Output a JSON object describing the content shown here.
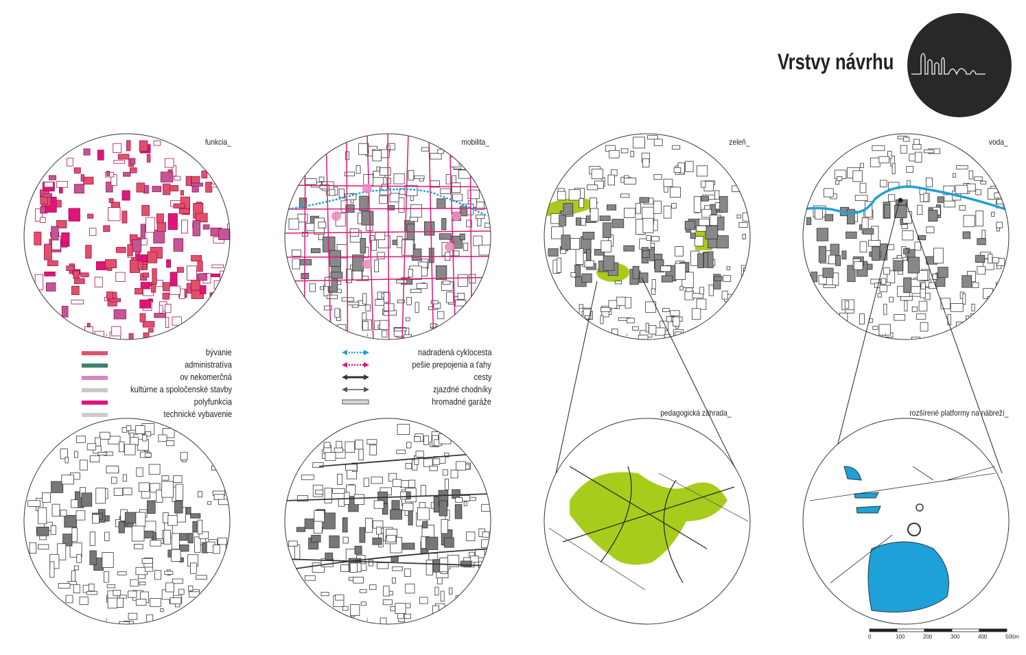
{
  "title": "Vrstvy návrhu",
  "panels": {
    "funkcia": "funkcia_",
    "mobilita": "mobilita_",
    "zelen": "zeleň_",
    "voda": "voda_",
    "zahrada": "pedagogická záhrada_",
    "platformy": "rozšírené platformy na nábreží_"
  },
  "legend_function": [
    {
      "label": "bývanie",
      "color": "#e0506a"
    },
    {
      "label": "administratíva",
      "color": "#3f7f70"
    },
    {
      "label": "ov nekomerčná",
      "color": "#d686c0"
    },
    {
      "label": "kultúrne a spoločenské stavby",
      "color": "#c8c8c8"
    },
    {
      "label": "polyfunkcia",
      "color": "#e0147a"
    },
    {
      "label": "technické vybavenie",
      "color": "#cccccc"
    }
  ],
  "legend_mobility": [
    {
      "label": "nadradená cyklocesta",
      "color": "#1ea0d8"
    },
    {
      "label": "pešie prepojenia a ťahy",
      "color": "#e0147a"
    },
    {
      "label": "cesty",
      "color": "#333333"
    },
    {
      "label": "zjazdné chodníky",
      "color": "#555555"
    },
    {
      "label": "hromadné garáže",
      "color": "#d8d8d8"
    }
  ],
  "scale_bar": [
    "0",
    "100",
    "200",
    "300",
    "400",
    "500m"
  ],
  "colors": {
    "green": "#a8cc1c",
    "water": "#1ea0d8",
    "pink": "#e0147a",
    "logo": "#2a2728"
  }
}
